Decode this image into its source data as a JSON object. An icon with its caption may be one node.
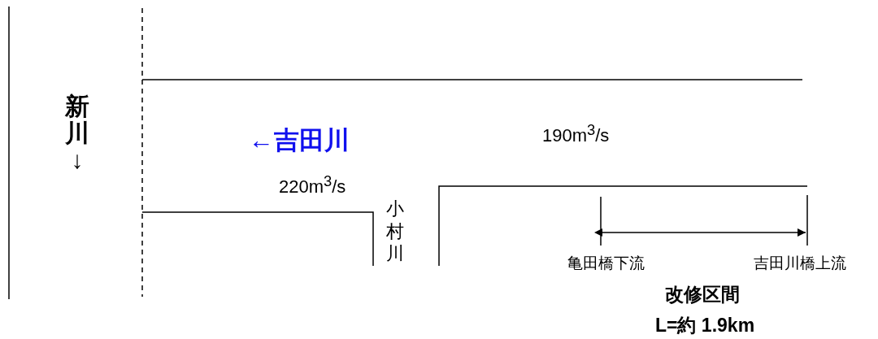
{
  "diagram": {
    "labels": [
      "新川↓",
      "190m$^{3}$/s",
      "←吉田川",
      "220m$^{3}$/s",
      "小村川",
      "亀田橋下流",
      "吉田川橋上流",
      "改修区間",
      "L=約 1.9km"
    ]
  }
}
